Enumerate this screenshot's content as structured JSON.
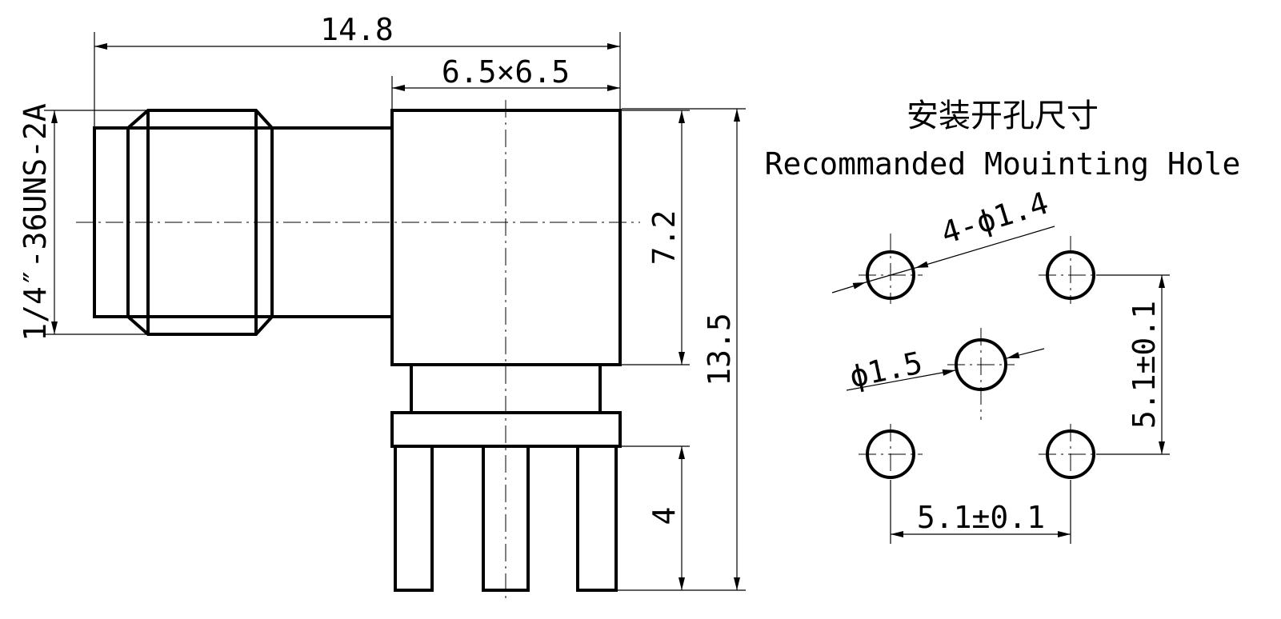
{
  "dimensions": {
    "overall_length": "14.8",
    "body_size": "6.5×6.5",
    "thread": "1/4″-36UNS-2A",
    "center_height": "7.2",
    "total_height": "13.5",
    "pin_length": "4"
  },
  "mounting": {
    "title_cn": "安装开孔尺寸",
    "title_en": "Recommanded Mouinting Hole",
    "outer_hole": "4-ϕ1.4",
    "center_hole": "ϕ1.5",
    "spacing_vertical": "5.1±0.1",
    "spacing_horizontal": "5.1±0.1"
  }
}
